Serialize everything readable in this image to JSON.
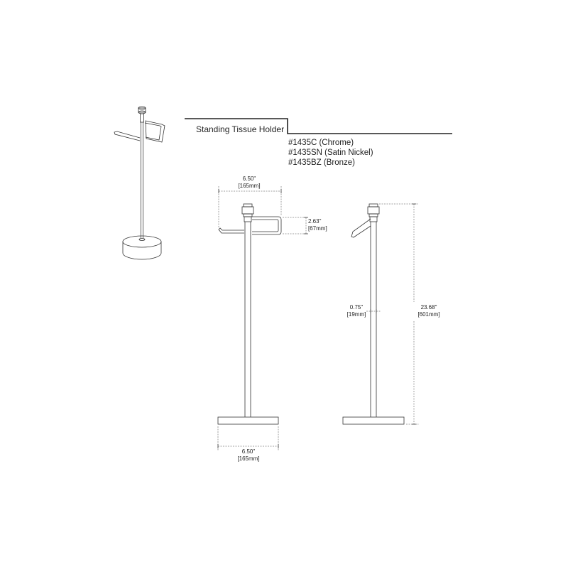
{
  "header": {
    "title": "Standing Tissue Holder",
    "models": [
      "#1435C (Chrome)",
      "#1435SN (Satin Nickel)",
      "#1435BZ (Bronze)"
    ]
  },
  "dimensions": {
    "top_width": {
      "imperial": "6.50\"",
      "metric": "[165mm]"
    },
    "arm_height": {
      "imperial": "2.63\"",
      "metric": "[67mm]"
    },
    "base_width": {
      "imperial": "6.50\"",
      "metric": "[165mm]"
    },
    "pole_diameter": {
      "imperial": "0.75\"",
      "metric": "[19mm]"
    },
    "total_height": {
      "imperial": "23.68\"",
      "metric": "[601mm]"
    }
  }
}
